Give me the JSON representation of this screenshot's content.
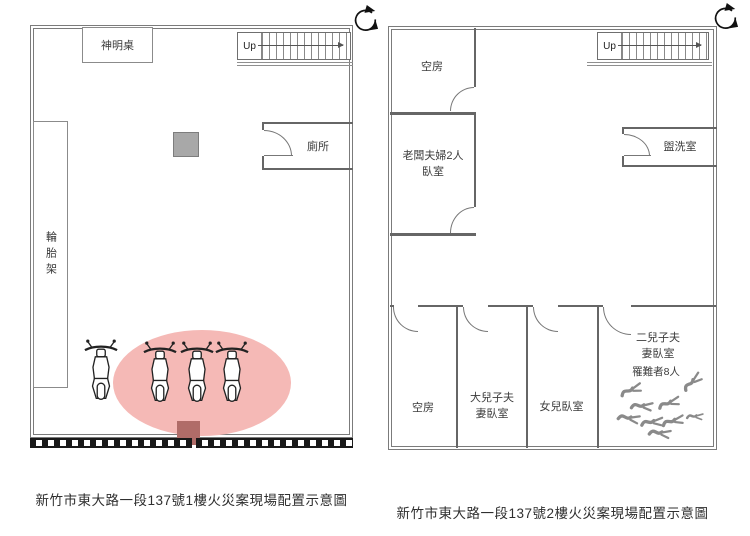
{
  "floor1": {
    "caption": "新竹市東大路一段137號1樓火災案現場配置示意圖",
    "altar_label": "神明桌",
    "stairs_label": "Up",
    "toilet_label": "廁所",
    "tire_rack_label": "輪胎架",
    "scooter_count": 4
  },
  "floor2": {
    "caption": "新竹市東大路一段137號2樓火災案現場配置示意圖",
    "stairs_label": "Up",
    "rooms": {
      "empty_top": "空房",
      "boss_line1": "老闆夫婦2人",
      "boss_line2": "臥室",
      "washroom": "盥洗室",
      "empty_bottom": "空房",
      "eldest_line1": "大兒子夫",
      "eldest_line2": "妻臥室",
      "daughter": "女兒臥室",
      "second_line1": "二兒子夫",
      "second_line2": "妻臥室",
      "victims_label": "罹難者8人",
      "victim_marker_count": 9
    }
  },
  "colors": {
    "fire_area": "#f5b9b6",
    "fire_origin": "#b06c68",
    "equipment_box": "#a8a8a8",
    "victim_marker": "#8a8a8a",
    "wall": "#666666"
  }
}
